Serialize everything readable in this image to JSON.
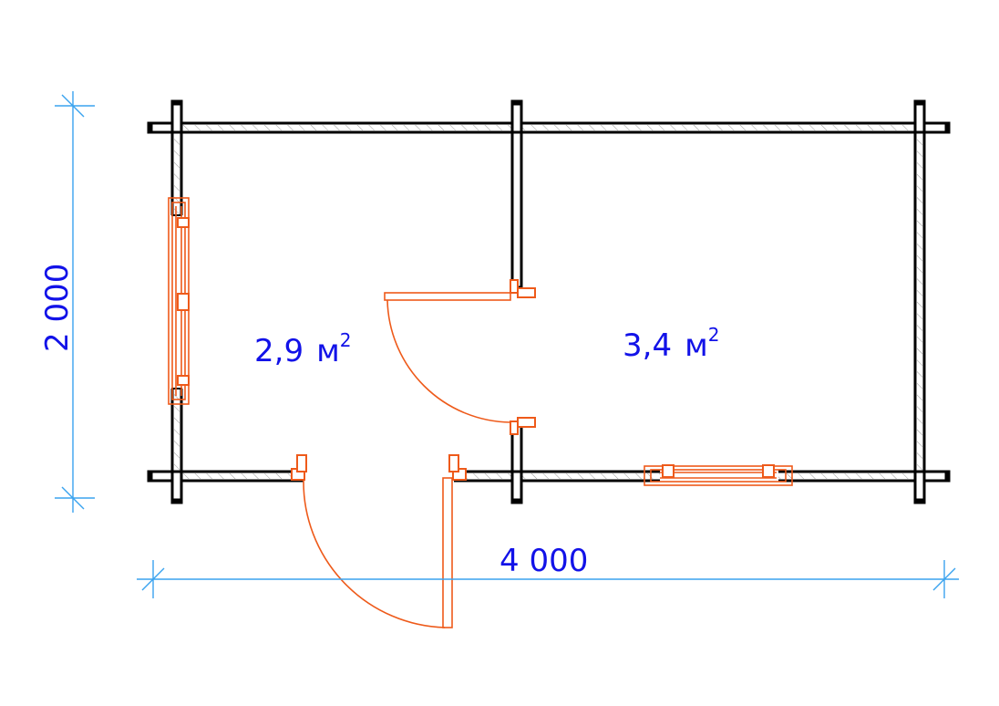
{
  "plan": {
    "rooms": [
      {
        "id": "left",
        "area_value": "2,9",
        "area_unit": "м",
        "area_exp": "2"
      },
      {
        "id": "right",
        "area_value": "3,4",
        "area_unit": "м",
        "area_exp": "2"
      }
    ],
    "dimensions": {
      "width": "4 000",
      "height": "2 000"
    }
  },
  "colors": {
    "walls": "#000000",
    "openings": "#ee5a1a",
    "dimension_lines": "#3aa3ef",
    "text": "#1212e8"
  }
}
